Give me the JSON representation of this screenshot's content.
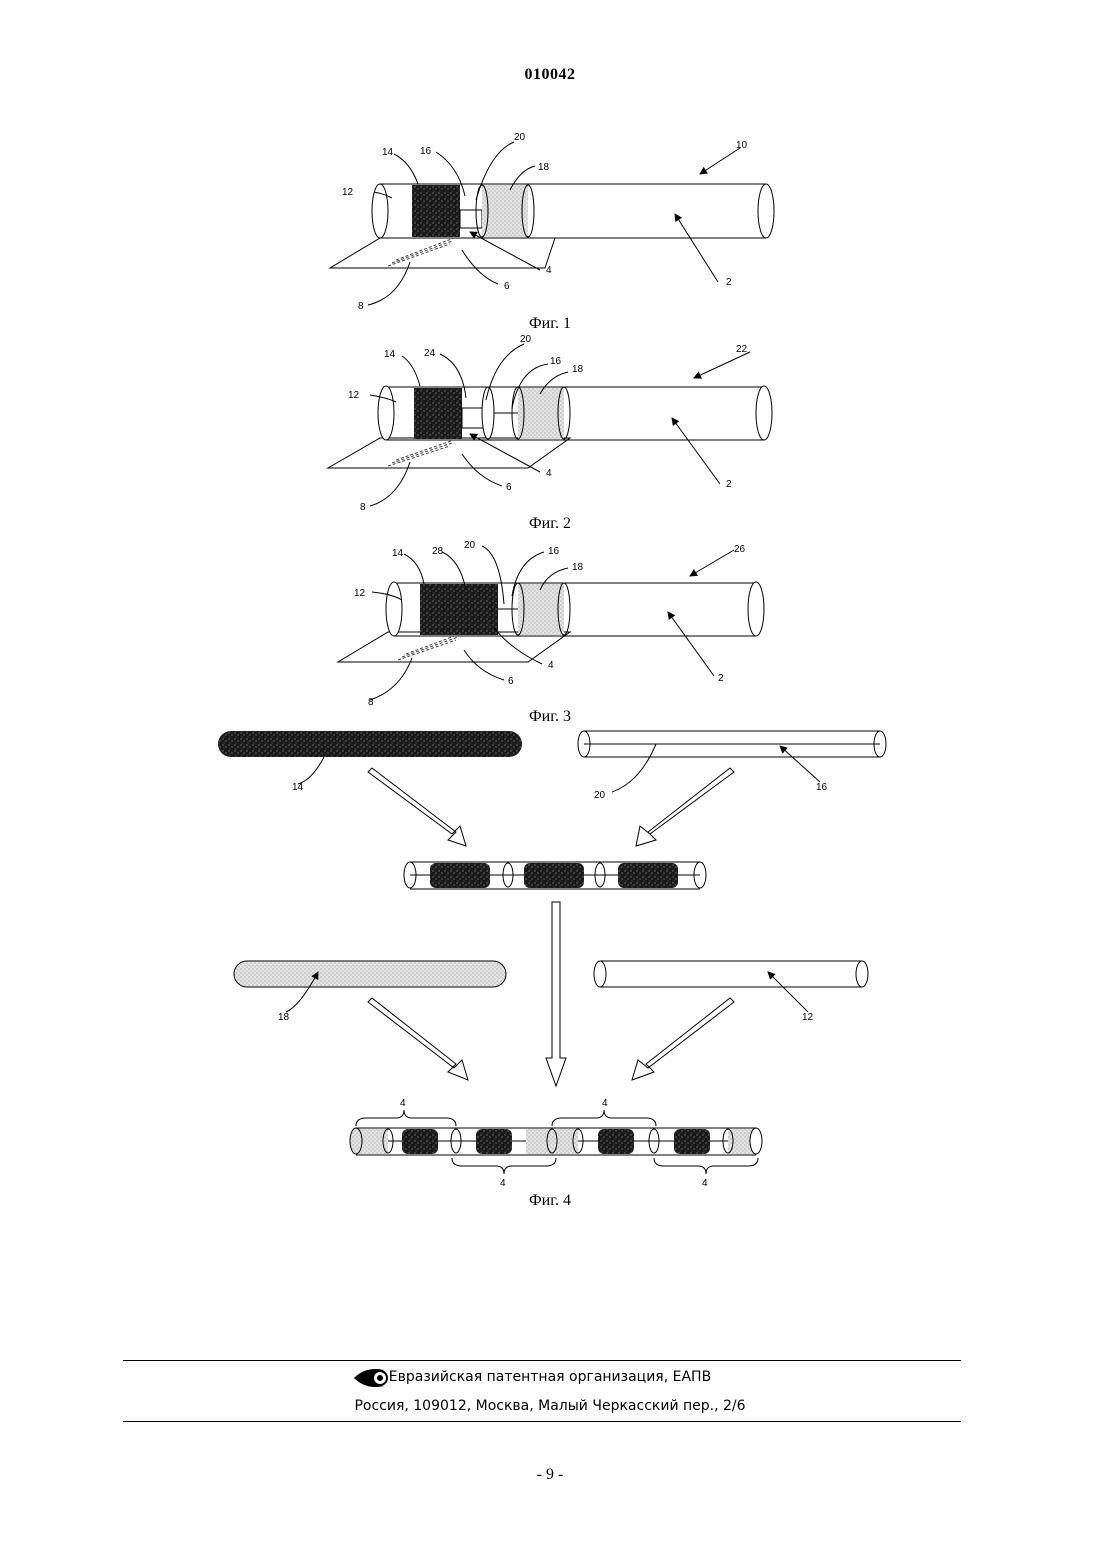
{
  "header": {
    "doc_number": "010042"
  },
  "figures": {
    "fig1": {
      "caption": "Фиг. 1",
      "labels": [
        "2",
        "4",
        "6",
        "8",
        "10",
        "12",
        "14",
        "16",
        "18",
        "20"
      ]
    },
    "fig2": {
      "caption": "Фиг. 2",
      "labels": [
        "2",
        "4",
        "6",
        "8",
        "12",
        "14",
        "16",
        "18",
        "20",
        "22",
        "24"
      ]
    },
    "fig3": {
      "caption": "Фиг. 3",
      "labels": [
        "2",
        "4",
        "6",
        "8",
        "12",
        "14",
        "16",
        "18",
        "20",
        "26",
        "28"
      ]
    },
    "fig4": {
      "caption": "Фиг. 4",
      "labels": [
        "4",
        "12",
        "14",
        "16",
        "18",
        "20"
      ]
    }
  },
  "footer": {
    "org": "Евразийская патентная организация, ЕАПВ",
    "address": "Россия, 109012, Москва, Малый Черкасский пер., 2/6"
  },
  "page_number": "- 9 -"
}
